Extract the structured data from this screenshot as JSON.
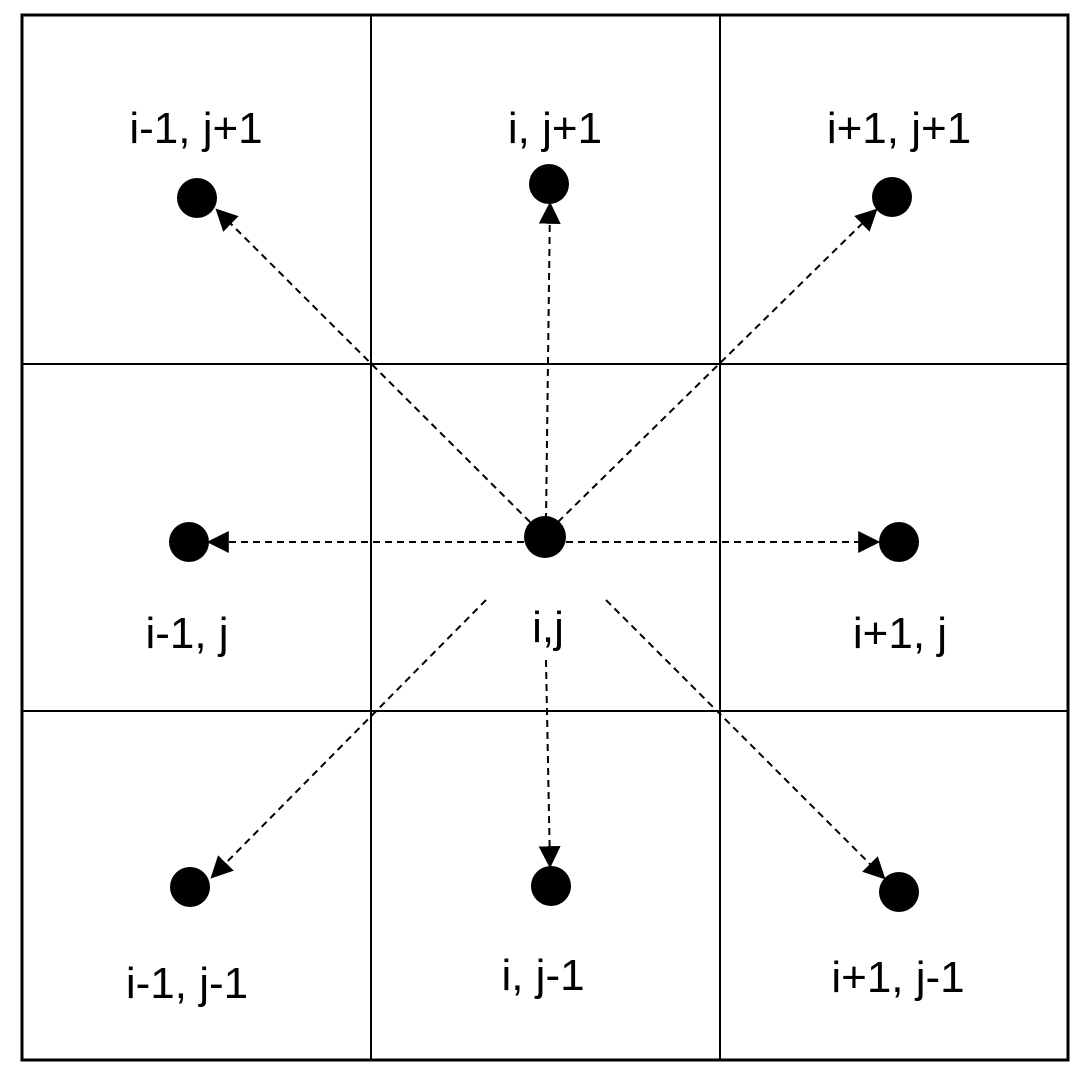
{
  "diagram": {
    "labels": {
      "top_left": "i-1, j+1",
      "top_center": "i, j+1",
      "top_right": "i+1, j+1",
      "middle_left": "i-1, j",
      "center": "i,j",
      "middle_right": "i+1, j",
      "bottom_left": "i-1, j-1",
      "bottom_center": "i, j-1",
      "bottom_right": "i+1, j-1"
    },
    "colors": {
      "line": "#000000",
      "background": "#ffffff"
    }
  }
}
